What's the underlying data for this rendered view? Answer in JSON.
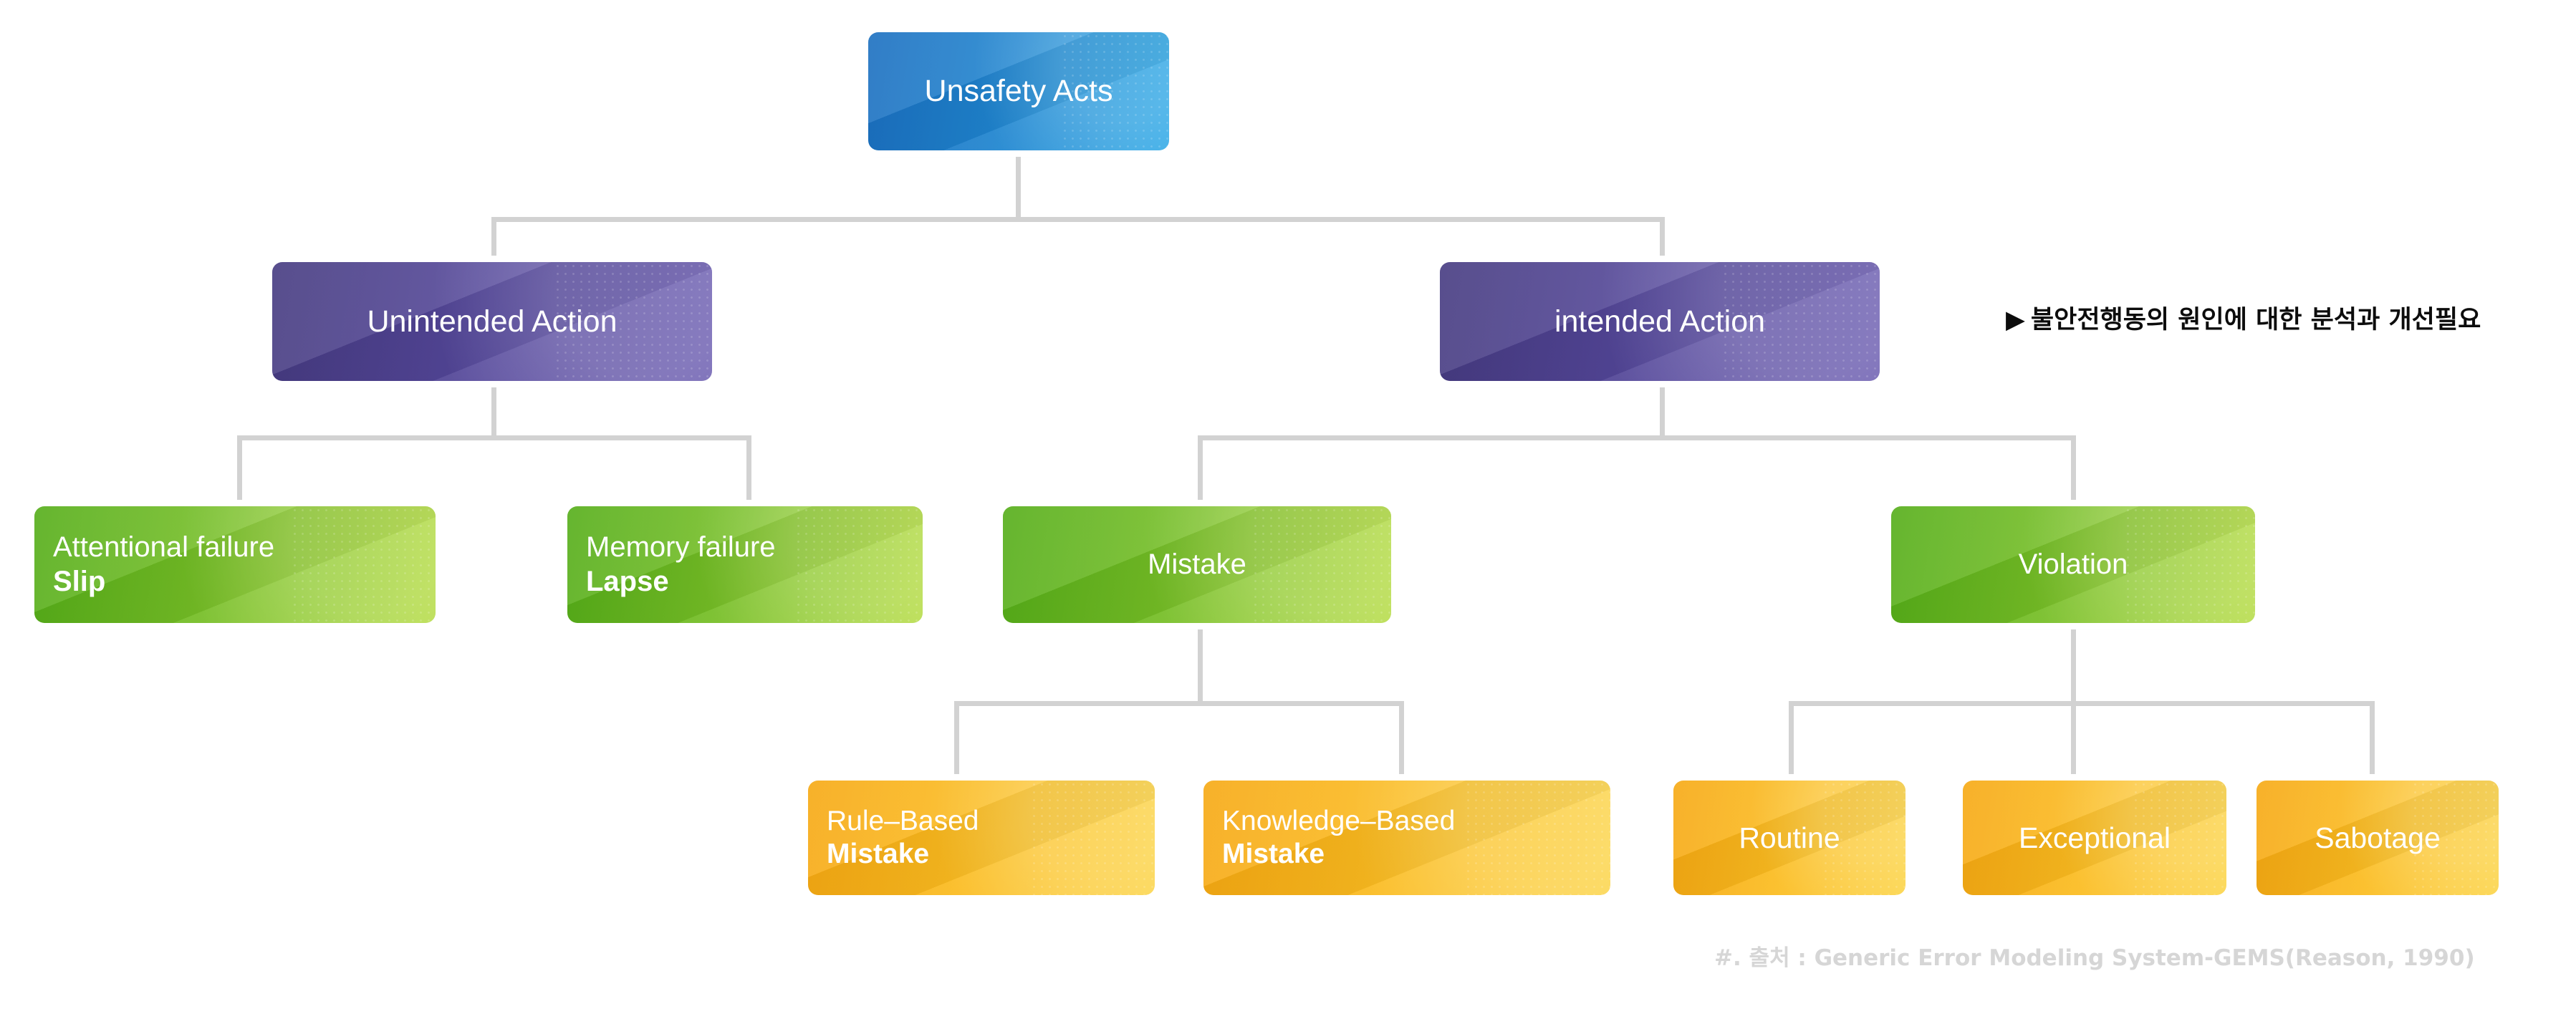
{
  "diagram": {
    "title_node": {
      "id": "unsafety-acts",
      "label": "Unsafety Acts",
      "color": "#1e84cf"
    },
    "level2": [
      {
        "id": "unintended-action",
        "label": "Unintended Action",
        "color": "#54479a"
      },
      {
        "id": "intended-action",
        "label": "intended Action",
        "color": "#54479a"
      }
    ],
    "level3": [
      {
        "id": "slip",
        "line1": "Attentional failure",
        "line2": "Slip",
        "color": "#76be26"
      },
      {
        "id": "lapse",
        "line1": "Memory failure",
        "line2": "Lapse",
        "color": "#76be26"
      },
      {
        "id": "mistake",
        "line1": "Mistake",
        "line2": "",
        "color": "#76be26"
      },
      {
        "id": "violation",
        "line1": "Violation",
        "line2": "",
        "color": "#76be26"
      }
    ],
    "level4": [
      {
        "id": "rule-based-mistake",
        "line1": "Rule–Based",
        "line2": "Mistake",
        "color": "#fbbc20"
      },
      {
        "id": "knowledge-based-mistake",
        "line1": "Knowledge–Based",
        "line2": "Mistake",
        "color": "#fbbc20"
      },
      {
        "id": "routine",
        "line1": "Routine",
        "line2": "",
        "color": "#fbbc20"
      },
      {
        "id": "exceptional",
        "line1": "Exceptional",
        "line2": "",
        "color": "#fbbc20"
      },
      {
        "id": "sabotage",
        "line1": "Sabotage",
        "line2": "",
        "color": "#fbbc20"
      }
    ],
    "annotation": {
      "marker": "▶",
      "text": "불안전행동의 원인에 대한 분석과 개선필요"
    },
    "source": {
      "text": "#. 출처 : Generic Error Modeling System-GEMS(Reason, 1990)"
    },
    "connector_color": "#d2d2d2",
    "background_color": "#ffffff"
  }
}
